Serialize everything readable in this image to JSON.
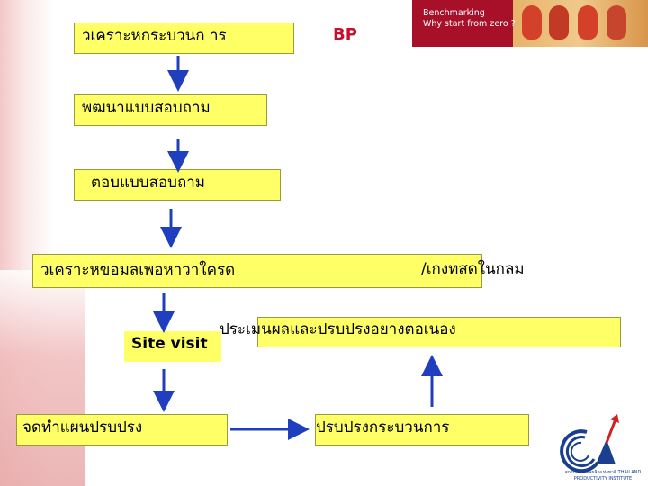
{
  "banner": {
    "line1": "Benchmarking",
    "line2": "Why start from zero ?"
  },
  "bp_label": "BP",
  "steps": {
    "analyze_process": "วเคราะหกระบวนก าร",
    "develop_questionnaire": "พฒนาแบบสอบถาม",
    "answer_questionnaire": "ตอบแบบสอบถาม",
    "analyze_data": "วเคราะหขอมลเพอหาวาใครด",
    "best_in_group": "/เกงทสดในกลม",
    "site_visit": "Site visit",
    "evaluate_improve": "ประเมนผลและปรบปรงอยางตอเนอง",
    "make_plan": "จดทำแผนปรบปรง",
    "improve_process": "ปรบปรงกระบวนการ"
  },
  "logo": {
    "caption": "สถาบันเพิ่มผลผลิตแห่งชาติ THAILAND PRODUCTIVITY INSTITUTE"
  },
  "colors": {
    "box_fill": "#ffff66",
    "arrow": "#1f3fbf",
    "banner": "#a8102a",
    "bp": "#c8102e"
  }
}
